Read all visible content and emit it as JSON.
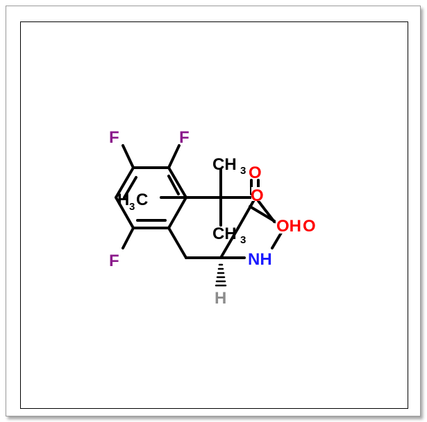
{
  "colors": {
    "bond": "#000000",
    "fluorine": "#8b1a8b",
    "oxygen": "#ff0000",
    "nitrogen": "#1a1aff",
    "hydrogen": "#8c8c8c",
    "carbon": "#000000"
  },
  "labels": {
    "f1": "F",
    "f2": "F",
    "f3": "F",
    "ch3_top": {
      "main": "CH",
      "sub": "3"
    },
    "h3c": {
      "h": "H",
      "sub": "3",
      "c": "C"
    },
    "ch3_mid": {
      "main": "CH",
      "sub": "3"
    },
    "o_top": "O",
    "o_mid": "O",
    "oh": "OH",
    "o_right": "O",
    "nh": "NH",
    "h_stereo": "H"
  }
}
